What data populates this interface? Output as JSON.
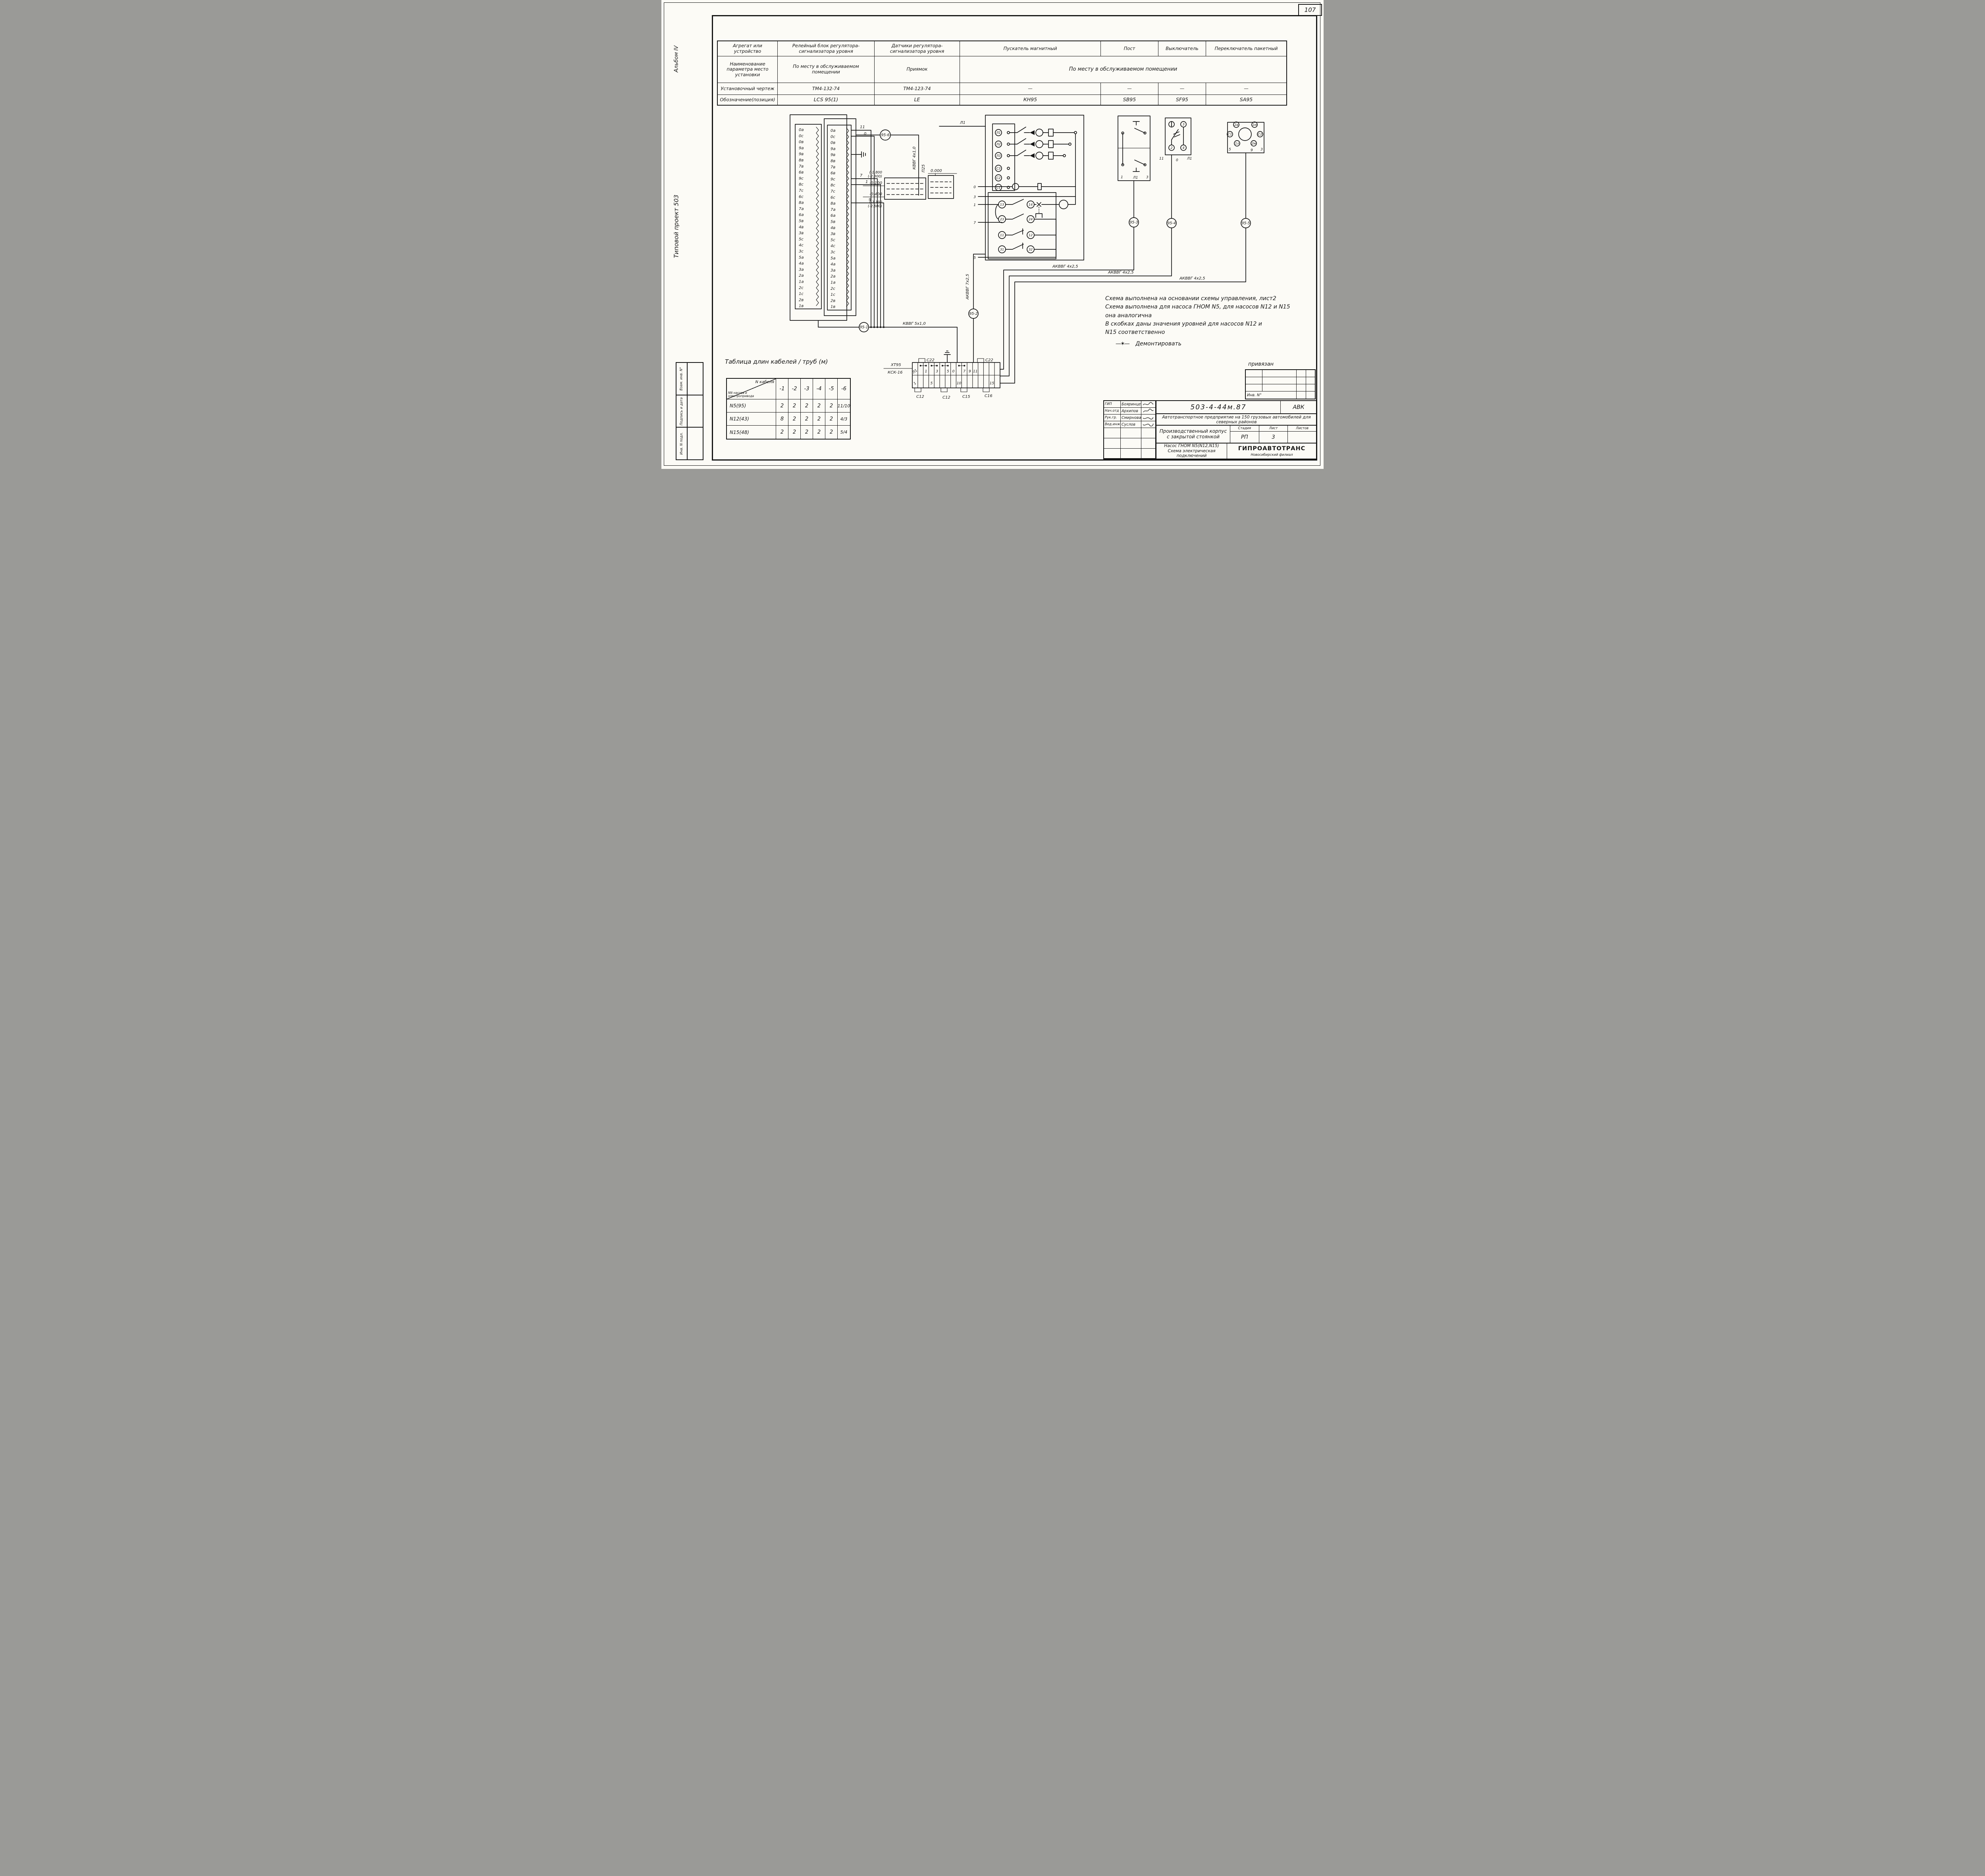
{
  "colors": {
    "ink": "#161616",
    "paper": "#fcfbf6"
  },
  "page": {
    "number": "107"
  },
  "margin": {
    "album": "Альбом IV",
    "project": "Типовой проект 503",
    "stamp_cells": [
      "Взам. инв. N°",
      "Подпись и дата",
      "Инв. N подл."
    ]
  },
  "component_table": {
    "row_headers": [
      "Агрегат или устройство",
      "Наименование параметра место установки",
      "Установочный чертеж",
      "Обозначение(позиция)"
    ],
    "merged_location": "По месту в обслуживаемом помещении",
    "columns": [
      {
        "title": "Релейный блок регулятора-сигнализатора уровня",
        "location": "По месту в обслуживаемом помещении",
        "drawing": "ТМ4-132-74",
        "designation": "LCS 95(1)"
      },
      {
        "title": "Датчики регулятора-сигнализатора уровня",
        "location": "Приямок",
        "drawing": "ТМ4-123-74",
        "designation": "LE"
      },
      {
        "title": "Пускатель магнитный",
        "location": "",
        "drawing": "—",
        "designation": "КН95"
      },
      {
        "title": "Пост",
        "location": "",
        "drawing": "—",
        "designation": "SB95"
      },
      {
        "title": "Выключатель",
        "location": "",
        "drawing": "—",
        "designation": "SF95"
      },
      {
        "title": "Переключатель пакетный",
        "location": "",
        "drawing": "—",
        "designation": "SA95"
      }
    ]
  },
  "schematic": {
    "relay_terminals": [
      "0а",
      "0с",
      "0в",
      "9а",
      "9в",
      "8в",
      "7в",
      "6в",
      "9с",
      "8с",
      "7с",
      "6с",
      "8а",
      "7а",
      "6а",
      "5в",
      "4в",
      "3в",
      "5с",
      "4с",
      "3с",
      "5а",
      "4а",
      "3а",
      "2а",
      "1а",
      "2с",
      "1с",
      "2в",
      "1в"
    ],
    "wire_numbers": {
      "w11": "11",
      "w0": "0",
      "w7": "7",
      "w1": "1",
      "w9": "9"
    },
    "connectors": {
      "k1": "95-1",
      "k2": "95-2",
      "k3": "95-3",
      "k4": "95-4",
      "k5": "95-5",
      "k6": "95-6"
    },
    "cables": {
      "sensor": "КВВГ 4х1,0",
      "tube": "П25",
      "relay": "КВВГ 5х1,0",
      "starter": "АКВВГ 7х2,5",
      "run1": "АКВВГ 4х2,5",
      "run2": "АКВВГ 4х2,5",
      "run3": "АКВВГ 4х2,5"
    },
    "levels": {
      "zero": "0.000",
      "up1": "(-1.800",
      "up2": "(-2.300)",
      "on": "-0.100",
      "off": "-0.400",
      "dn1": "(-2.100",
      "dn2": "(-2.600)"
    },
    "starter": {
      "line": "Л1",
      "phase": [
        "Л1",
        "Л2",
        "Л3"
      ],
      "load": [
        "С3",
        "С2",
        "С1"
      ],
      "feeders": [
        "0",
        "3",
        "1",
        "7",
        "5"
      ],
      "c13": "13",
      "c14": "14",
      "c23": "23",
      "c24": "24",
      "c11": "11",
      "c12": "12",
      "c31": "31",
      "c32": "32"
    },
    "post": {
      "t1": "1",
      "t2": "Л1",
      "t3": "3"
    },
    "breaker": {
      "t1": "1",
      "t2": "3",
      "t3": "2",
      "t4": "4",
      "b1": "11",
      "b2": "0",
      "b3": "Л1"
    },
    "packet": {
      "p1": "2а",
      "p2": "1м",
      "p3": "С1",
      "p4": "С2",
      "p5": "1л",
      "p6": "2м",
      "k5": "5",
      "k9": "9",
      "k3": "3"
    },
    "strip": {
      "name": "ХТ95",
      "type": "КСК-16",
      "top": [
        "Л1",
        "1",
        "3",
        "5",
        "0",
        "7",
        "9",
        "11"
      ],
      "bottom": [
        "1",
        "5",
        "10",
        "15"
      ],
      "tag_top1": "С22",
      "tag_top2": "С22",
      "tag_b1": "С12",
      "tag_b2": "С12",
      "tag_b3": "С15",
      "tag_b4": "С16"
    }
  },
  "notes": {
    "lines": [
      "Схема выполнена на основании схемы управления, лист2",
      "Схема выполнена для насоса ГНОМ N5, для насосов N12 и N15",
      "она аналогична",
      "В скобках даны значения уровней для насосов N12 и",
      "N15 соответственно"
    ],
    "demontage_symbol": "—✶—",
    "demontage_text": "Демонтировать"
  },
  "cable_table": {
    "title": "Таблица длин кабелей / труб (м)",
    "corner_top": "N кабеля",
    "corner_bottom": "NN насоса и электропривода",
    "columns": [
      "-1",
      "-2",
      "-3",
      "-4",
      "-5",
      "-6"
    ],
    "rows": [
      {
        "name": "N5(95)",
        "values": [
          "2",
          "2",
          "2",
          "2",
          "2",
          "11/10"
        ]
      },
      {
        "name": "N12(43)",
        "values": [
          "8",
          "2",
          "2",
          "2",
          "2",
          "4/3"
        ]
      },
      {
        "name": "N15(48)",
        "values": [
          "2",
          "2",
          "2",
          "2",
          "2",
          "5/4"
        ]
      }
    ]
  },
  "title_block": {
    "doc_number": "503-4-44м.87",
    "code": "АВК",
    "object": "Автотранспортное предприятие на 150 грузовых автомобилей для северных районов",
    "building": "Производственный корпус с закрытой стоянкой",
    "stage_label": "Стадия",
    "sheet_label": "Лист",
    "sheets_label": "Листов",
    "stage": "РП",
    "sheet": "3",
    "sheets": "",
    "drawing_title": "Насос ГНОМ N5(N12,N15)",
    "drawing_subtitle": "Схема электрическая подключений",
    "organization": "ГИПРОАВТОТРАНС",
    "branch": "Новосибирский филиал",
    "roles": [
      {
        "role": "ГИП",
        "name": "Бояринцев"
      },
      {
        "role": "Нач.отд",
        "name": "Архипов"
      },
      {
        "role": "Рук.гр.",
        "name": "Смирнова"
      },
      {
        "role": "Вед.инж.",
        "name": "Суслов"
      }
    ]
  },
  "ref_stamp": {
    "title": "привязан",
    "inv_label": "Инв. N°"
  }
}
